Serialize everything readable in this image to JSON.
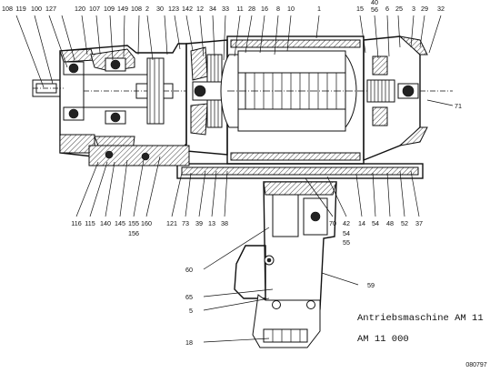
{
  "title": "Antriebsmaschine AM 11",
  "code": "AM 11 000",
  "doc_id": "080797",
  "axis_label": "71",
  "top_labels": [
    "108",
    "119",
    "100",
    "127",
    "120",
    "107",
    "109",
    "149",
    "108",
    "2",
    "30",
    "123",
    "142",
    "12",
    "34",
    "33",
    "11",
    "28",
    "16",
    "8",
    "10",
    "1",
    "15",
    "40",
    "56",
    "6",
    "25",
    "3",
    "29",
    "32"
  ],
  "bottom_labels": [
    "116",
    "115",
    "140",
    "145",
    "155",
    "160",
    "121",
    "73",
    "39",
    "13",
    "38",
    "70",
    "42",
    "14",
    "54",
    "48",
    "52",
    "37"
  ],
  "bottom_sub_labels": [
    "156",
    "54",
    "55"
  ],
  "side_labels": [
    "60",
    "65",
    "5",
    "59",
    "18"
  ]
}
